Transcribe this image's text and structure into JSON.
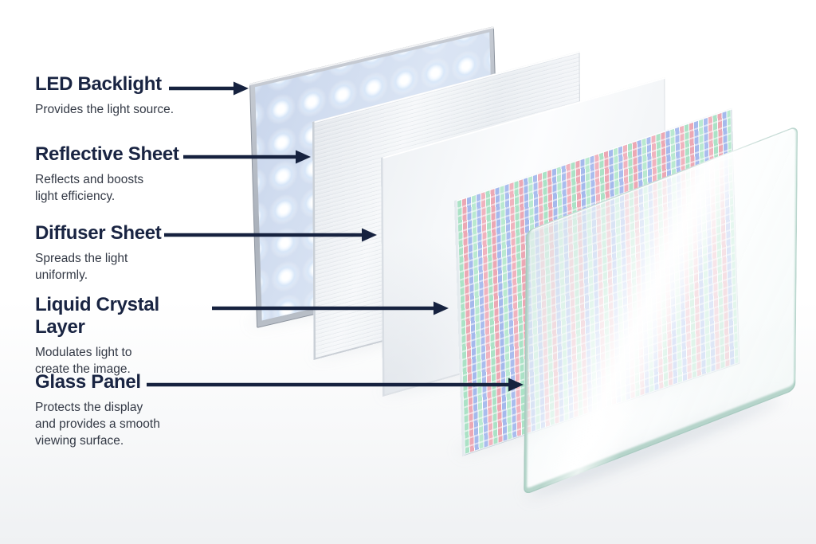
{
  "diagram": {
    "subject": "LCD display exploded layer structure",
    "labels": [
      {
        "id": "led-backlight",
        "heading": "LED Backlight",
        "description": "Provides the light source."
      },
      {
        "id": "reflective-sheet",
        "heading": "Reflective Sheet",
        "description": "Reflects and boosts\nlight efficiency."
      },
      {
        "id": "diffuser-sheet",
        "heading": "Diffuser Sheet",
        "description": "Spreads the light\nuniformly."
      },
      {
        "id": "liquid-crystal-layer",
        "heading": "Liquid Crystal Layer",
        "description": "Modulates light to\ncreate the image."
      },
      {
        "id": "glass-panel",
        "heading": "Glass Panel",
        "description": "Protects the display\nand provides a smooth\nviewing surface."
      }
    ],
    "colors": {
      "heading_text": "#192442",
      "description_text": "#333945",
      "arrow": "#16223f",
      "led_face": "#c9d6ec",
      "led_frame": "#aab1bb",
      "reflective_silver": "#f6f8fa",
      "diffuser_white": "#fcfdfe",
      "lcd_pink": "#eca8b4",
      "lcd_green": "#abe2c6",
      "lcd_blue": "#a5b9ec",
      "glass_edge": "#b2d4c8"
    }
  }
}
